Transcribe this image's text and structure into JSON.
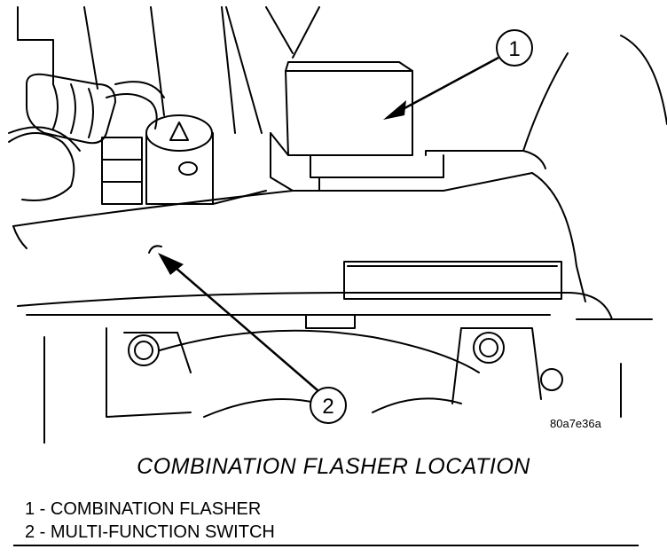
{
  "figure": {
    "reference_code": "80a7e36a",
    "caption": "COMBINATION FLASHER LOCATION",
    "callouts": [
      {
        "number": "1",
        "label": "COMBINATION FLASHER"
      },
      {
        "number": "2",
        "label": "MULTI-FUNCTION SWITCH"
      }
    ],
    "legend": [
      "1 - COMBINATION FLASHER",
      "2 - MULTI-FUNCTION SWITCH"
    ]
  }
}
